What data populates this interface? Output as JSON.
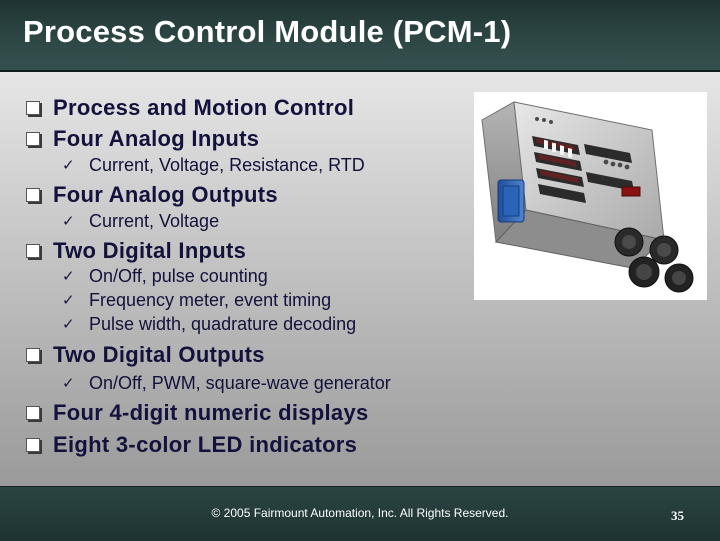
{
  "slide": {
    "title": "Process Control Module (PCM-1)",
    "bullets": [
      {
        "text": "Process and Motion Control",
        "subs": []
      },
      {
        "text": "Four Analog Inputs",
        "subs": [
          "Current, Voltage, Resistance, RTD"
        ]
      },
      {
        "text": "Four Analog Outputs",
        "subs": [
          "Current, Voltage"
        ]
      },
      {
        "text": "Two Digital Inputs",
        "subs": [
          "On/Off, pulse counting",
          "Frequency meter, event timing",
          "Pulse width, quadrature decoding"
        ]
      },
      {
        "text": "Two Digital Outputs",
        "subs": [
          "On/Off, PWM, square-wave generator"
        ]
      },
      {
        "text": "Four 4-digit numeric displays",
        "subs": []
      },
      {
        "text": "Eight 3-color LED indicators",
        "subs": []
      }
    ],
    "bullet_icon": "hollow-square-bullet-icon",
    "sub_bullet_icon": "checkmark-icon",
    "image": "pcm-1-module-photo",
    "footer": {
      "copyright": "© 2005 Fairmount Automation, Inc.  All Rights Reserved.",
      "page_number": "35"
    },
    "colors": {
      "title_bar": "#2d4745",
      "footer_bar": "#2a4442",
      "text": "#12123c",
      "title_text": "#ffffff"
    }
  }
}
